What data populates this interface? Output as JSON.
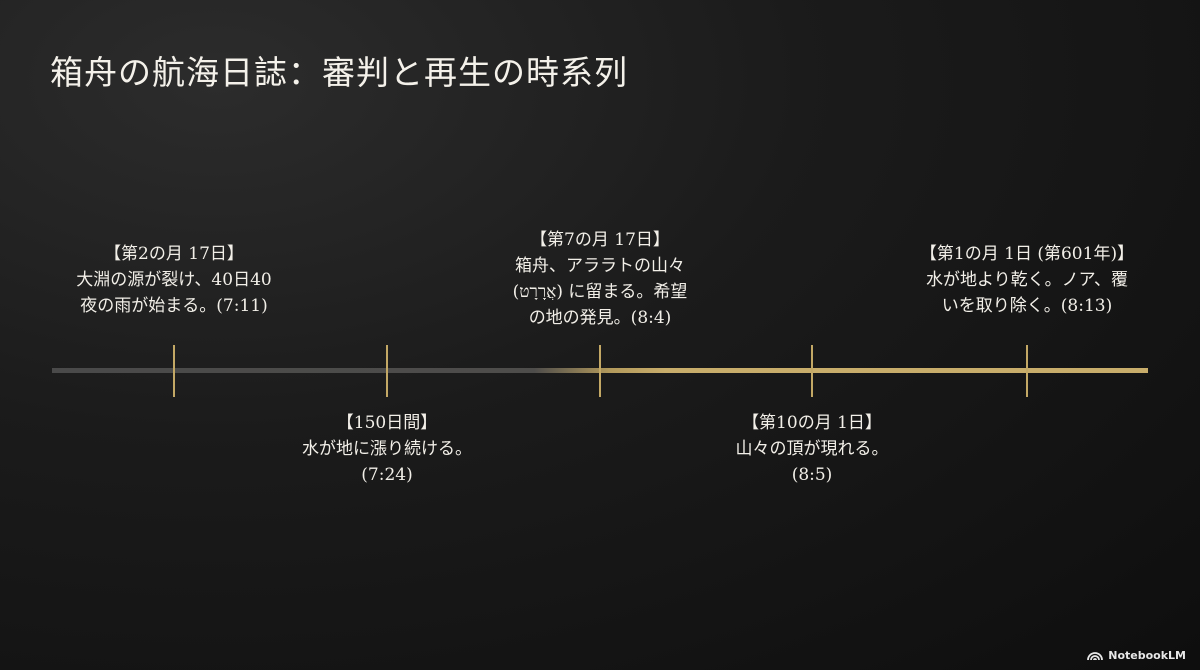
{
  "title": "箱舟の航海日誌：審判と再生の時系列",
  "events": [
    {
      "heading": "【第2の月 17日】",
      "lines": [
        "大淵の源が裂け、40日40",
        "夜の雨が始まる。(7:11)"
      ]
    },
    {
      "heading": "【150日間】",
      "lines": [
        "水が地に漲り続ける。",
        "(7:24)"
      ]
    },
    {
      "heading": "【第7の月 17日】",
      "lines": [
        "箱舟、アララトの山々",
        "(אֲרָרָט) に留まる。希望",
        "の地の発見。(8:4)"
      ]
    },
    {
      "heading": "【第10の月 1日】",
      "lines": [
        "山々の頂が現れる。",
        "(8:5)"
      ]
    },
    {
      "heading": "【第1の月 1日 (第601年)】",
      "lines": [
        "水が地より乾く。ノア、覆",
        "いを取り除く。(8:13)"
      ]
    }
  ],
  "brand": {
    "label": "NotebookLM",
    "icon": "notebooklm-logo-icon"
  },
  "colors": {
    "accent": "#c8ad6b",
    "axis_past": "#4a4a4a",
    "text": "#f2efe8"
  }
}
